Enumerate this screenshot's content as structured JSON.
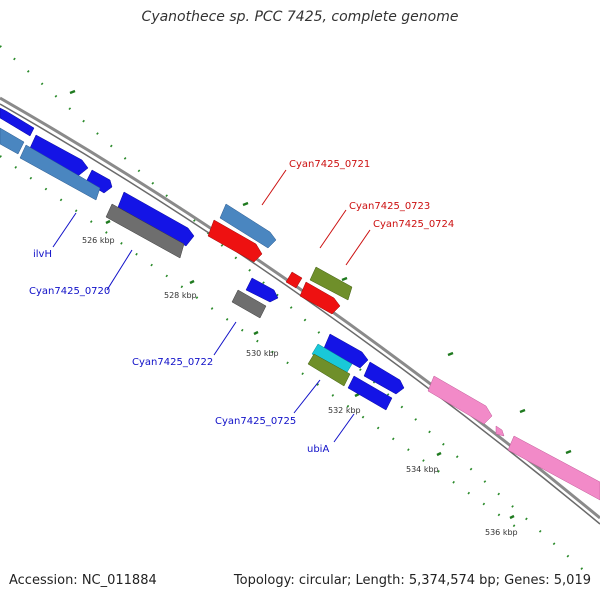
{
  "title": "Cyanothece sp. PCC 7425, complete genome",
  "accession": "Accession: NC_011884",
  "topology": "Topology: circular; Length: 5,374,574 bp; Genes: 5,019",
  "colors": {
    "backbone": "#8a8a8a",
    "tick_major": "#1f7a1f",
    "tick_minor": "#2a8a2a",
    "label_blue": "#1010c8",
    "label_red": "#cc1010",
    "gene_blue": "#1414e6",
    "gene_steel": "#4a86c0",
    "gene_gray": "#6e6e6e",
    "gene_red": "#ee1111",
    "gene_olive": "#6f8f2a",
    "gene_cyan": "#19c8d8",
    "gene_pink": "#f28ac8"
  },
  "scale_labels": [
    "526 kbp",
    "528 kbp",
    "530 kbp",
    "532 kbp",
    "534 kbp",
    "536 kbp"
  ],
  "gene_labels": [
    {
      "text": "ilvH",
      "group": "blue"
    },
    {
      "text": "Cyan7425_0720",
      "group": "blue"
    },
    {
      "text": "Cyan7425_0721",
      "group": "red"
    },
    {
      "text": "Cyan7425_0722",
      "group": "blue"
    },
    {
      "text": "Cyan7425_0723",
      "group": "red"
    },
    {
      "text": "Cyan7425_0724",
      "group": "red"
    },
    {
      "text": "Cyan7425_0725",
      "group": "blue"
    },
    {
      "text": "ubiA",
      "group": "blue"
    }
  ]
}
